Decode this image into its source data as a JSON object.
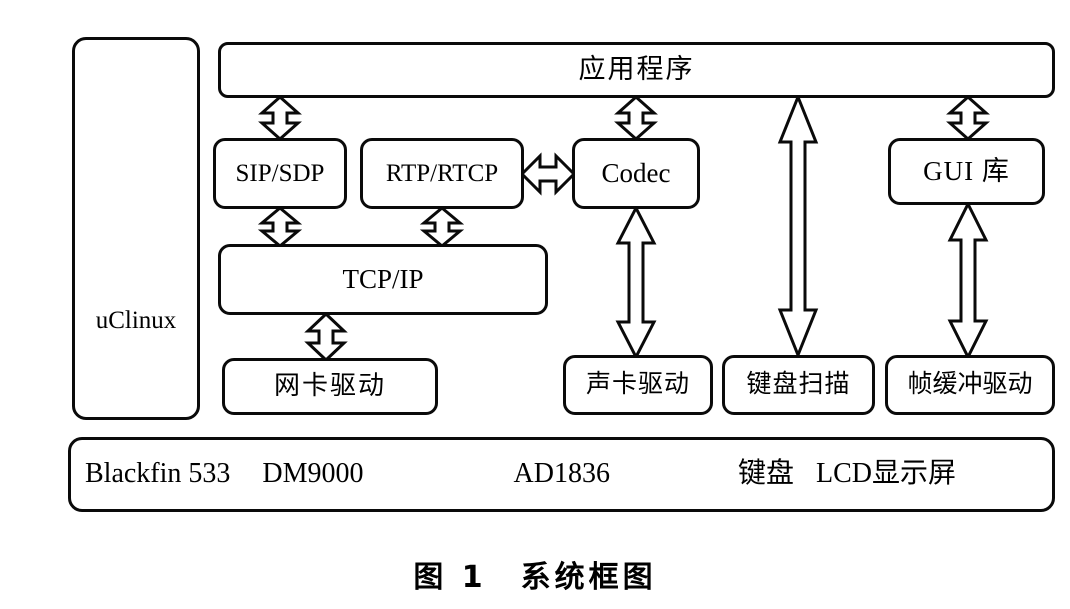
{
  "figure": {
    "caption": "图 1　系统框图",
    "caption_label": "图 1",
    "caption_title": "系统框图"
  },
  "blocks": {
    "os": {
      "label": "uClinux",
      "name": "uclinux-block"
    },
    "application": {
      "label": "应用程序",
      "name": "application-block"
    },
    "sip_sdp": {
      "label": "SIP/SDP"
    },
    "rtp_rtcp": {
      "label": "RTP/RTCP"
    },
    "codec": {
      "label": "Codec"
    },
    "gui_lib": {
      "label": "GUI 库"
    },
    "tcp_ip": {
      "label": "TCP/IP"
    },
    "nic_driver": {
      "label": "网卡驱动"
    },
    "sound_driver": {
      "label": "声卡驱动"
    },
    "keyboard_scan": {
      "label": "键盘扫描"
    },
    "framebuffer_driver": {
      "label": "帧缓冲驱动"
    }
  },
  "hardware": {
    "items": [
      {
        "label": "Blackfin 533"
      },
      {
        "label": "DM9000"
      },
      {
        "label": "AD1836"
      },
      {
        "label": "键盘"
      },
      {
        "label": "LCD显示屏"
      }
    ]
  },
  "connections": [
    {
      "from": "application",
      "to": "sip_sdp",
      "style": "double-headed-vertical"
    },
    {
      "from": "application",
      "to": "codec",
      "style": "double-headed-vertical"
    },
    {
      "from": "application",
      "to": "keyboard_scan",
      "style": "double-headed-vertical-long"
    },
    {
      "from": "application",
      "to": "gui_lib",
      "style": "double-headed-vertical"
    },
    {
      "from": "rtp_rtcp",
      "to": "codec",
      "style": "double-headed-horizontal"
    },
    {
      "from": "sip_sdp",
      "to": "tcp_ip",
      "style": "double-headed-vertical"
    },
    {
      "from": "rtp_rtcp",
      "to": "tcp_ip",
      "style": "double-headed-vertical"
    },
    {
      "from": "tcp_ip",
      "to": "nic_driver",
      "style": "double-headed-vertical"
    },
    {
      "from": "codec",
      "to": "sound_driver",
      "style": "double-headed-vertical"
    },
    {
      "from": "gui_lib",
      "to": "framebuffer_driver",
      "style": "double-headed-vertical"
    }
  ],
  "colors": {
    "stroke": "#0a0a0a",
    "background": "#ffffff"
  }
}
